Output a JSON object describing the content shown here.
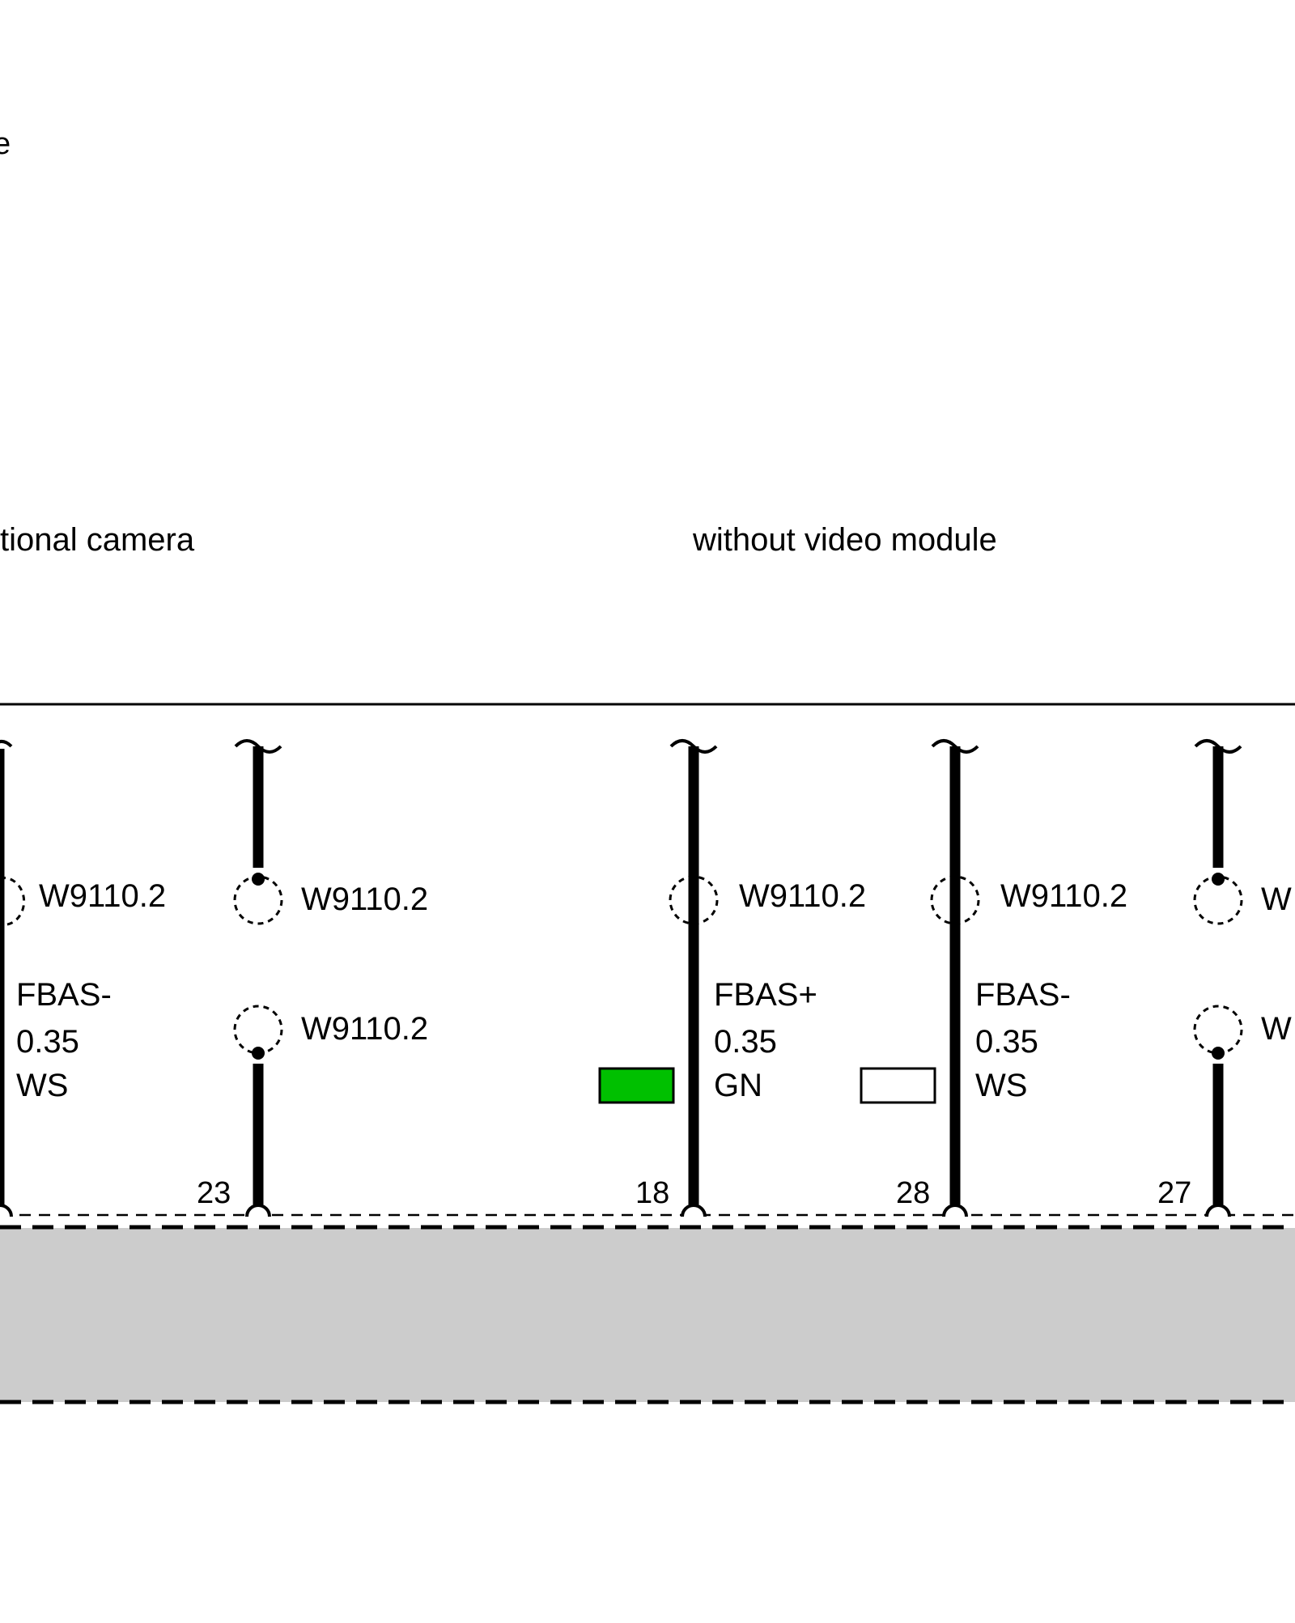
{
  "edge_fragment_label": "e",
  "section_labels": {
    "left": "tional camera",
    "right": "without video module"
  },
  "colors": {
    "wire": "#000000",
    "green_swatch": "#00c000",
    "white_swatch": "#ffffff",
    "module_fill": "#cccccc"
  },
  "wires": [
    {
      "id": "edge-left",
      "pin": "",
      "shield": "W9110.2",
      "signal": "FBAS-",
      "gauge": "0.35",
      "color_code": "WS",
      "swatch": ""
    },
    {
      "id": "pin-23",
      "pin": "23",
      "shield_top": "W9110.2",
      "shield_bottom": "W9110.2"
    },
    {
      "id": "pin-18",
      "pin": "18",
      "shield": "W9110.2",
      "signal": "FBAS+",
      "gauge": "0.35",
      "color_code": "GN",
      "swatch": "green"
    },
    {
      "id": "pin-28",
      "pin": "28",
      "shield": "W9110.2",
      "signal": "FBAS-",
      "gauge": "0.35",
      "color_code": "WS",
      "swatch": "white"
    },
    {
      "id": "pin-27",
      "pin": "27",
      "shield_top": "W",
      "shield_bottom": "W"
    }
  ]
}
